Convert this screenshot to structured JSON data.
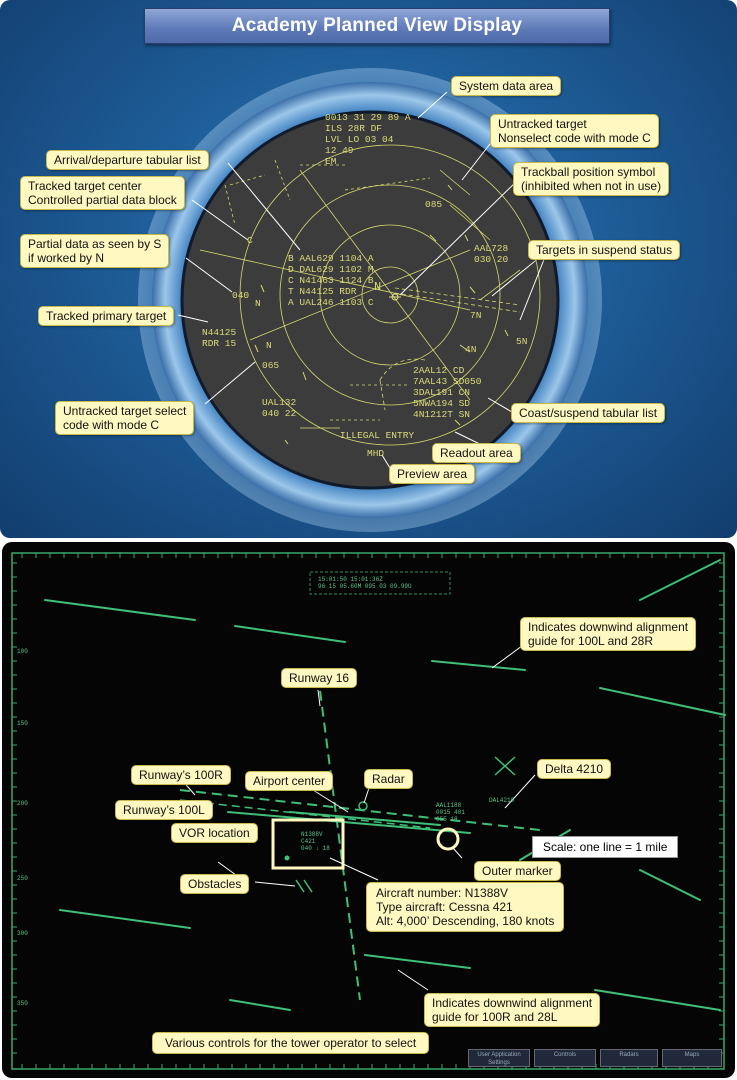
{
  "top": {
    "title": "Academy Planned View Display",
    "callouts": {
      "system_data_area": "System data area",
      "untracked_target": [
        "Untracked target",
        "Nonselect code with mode C"
      ],
      "arrival_departure": "Arrival/departure tabular list",
      "trackball": [
        "Trackball position symbol",
        "(inhibited when not in use)"
      ],
      "tracked_center": [
        "Tracked target center",
        "Controlled partial data block"
      ],
      "suspend_targets": "Targets in suspend status",
      "partial_data": [
        "Partial data as seen by S",
        "if worked by N"
      ],
      "tracked_primary": "Tracked primary target",
      "untracked_select": [
        "Untracked target select",
        "code with mode C"
      ],
      "coast_suspend": "Coast/suspend tabular list",
      "readout_area": "Readout area",
      "preview_area": "Preview area"
    },
    "scope": {
      "system_data": [
        "0013  31  29  89  A",
        "ILS  28R    DF",
        "LVL  LO    03  04",
        "12   49",
        "EM"
      ],
      "tabular": [
        "B AAL629 1104 A",
        "D DAL629 1102  M",
        "C N41463  1124 B",
        "T N44125 RDR",
        "A UAL246 1103  C"
      ],
      "coast_list": [
        "2AAL12        CD",
        "7AAL43        SD050",
        "3DAL191       CN",
        "5NWA194       SD",
        "4N1212T       SN"
      ],
      "aal728": [
        "AAL728",
        "030  20"
      ],
      "n44125": [
        "N44125",
        "RDR    15"
      ],
      "ual132": [
        "UAL132",
        "040   22"
      ],
      "alt_085": "085",
      "alt_040": "040",
      "alt_065": "065",
      "n_marks": [
        "N",
        "N",
        "N"
      ],
      "c_mark": "C",
      "tn_7": "7N",
      "tn_4": "4N",
      "tn_5": "5N",
      "illegal": "ILLEGAL ENTRY",
      "mhd": "MHD"
    }
  },
  "bottom": {
    "callouts": {
      "downwind_100l_28r": [
        "Indicates downwind alignment",
        "guide for 100L and 28R"
      ],
      "runway16": "Runway 16",
      "runway100r": "Runway’s 100R",
      "airport_center": "Airport center",
      "radar": "Radar",
      "delta4210": "Delta 4210",
      "runway100l": "Runway’s 100L",
      "vor_location": "VOR location",
      "outer_marker": "Outer marker",
      "obstacles": "Obstacles",
      "aircraft": [
        "Aircraft number: N1388V",
        "Type aircraft: Cessna 421",
        "Alt: 4,000’ Descending, 180 knots"
      ],
      "downwind_100r_28l": [
        "Indicates downwind alignment",
        "guide for 100R and 28L"
      ],
      "controls": "Various controls for the tower operator to select"
    },
    "scale": "Scale: one line = 1 mile",
    "data_block": [
      "N1388V",
      "C421",
      "040 ↓ 18"
    ],
    "dal_block": [
      "DAL4210"
    ],
    "aal_block": [
      "AAL1188",
      "0015 401",
      "055  18"
    ],
    "header_text": [
      "15:01:50          15:01:36Z",
      "96 15 05.60M 095 03 09.99U"
    ],
    "buttons": [
      "User Application Settings",
      "Controls",
      "Radars",
      "Maps"
    ],
    "edge_ticks": [
      "100",
      "150",
      "200",
      "250",
      "300",
      "350"
    ]
  }
}
